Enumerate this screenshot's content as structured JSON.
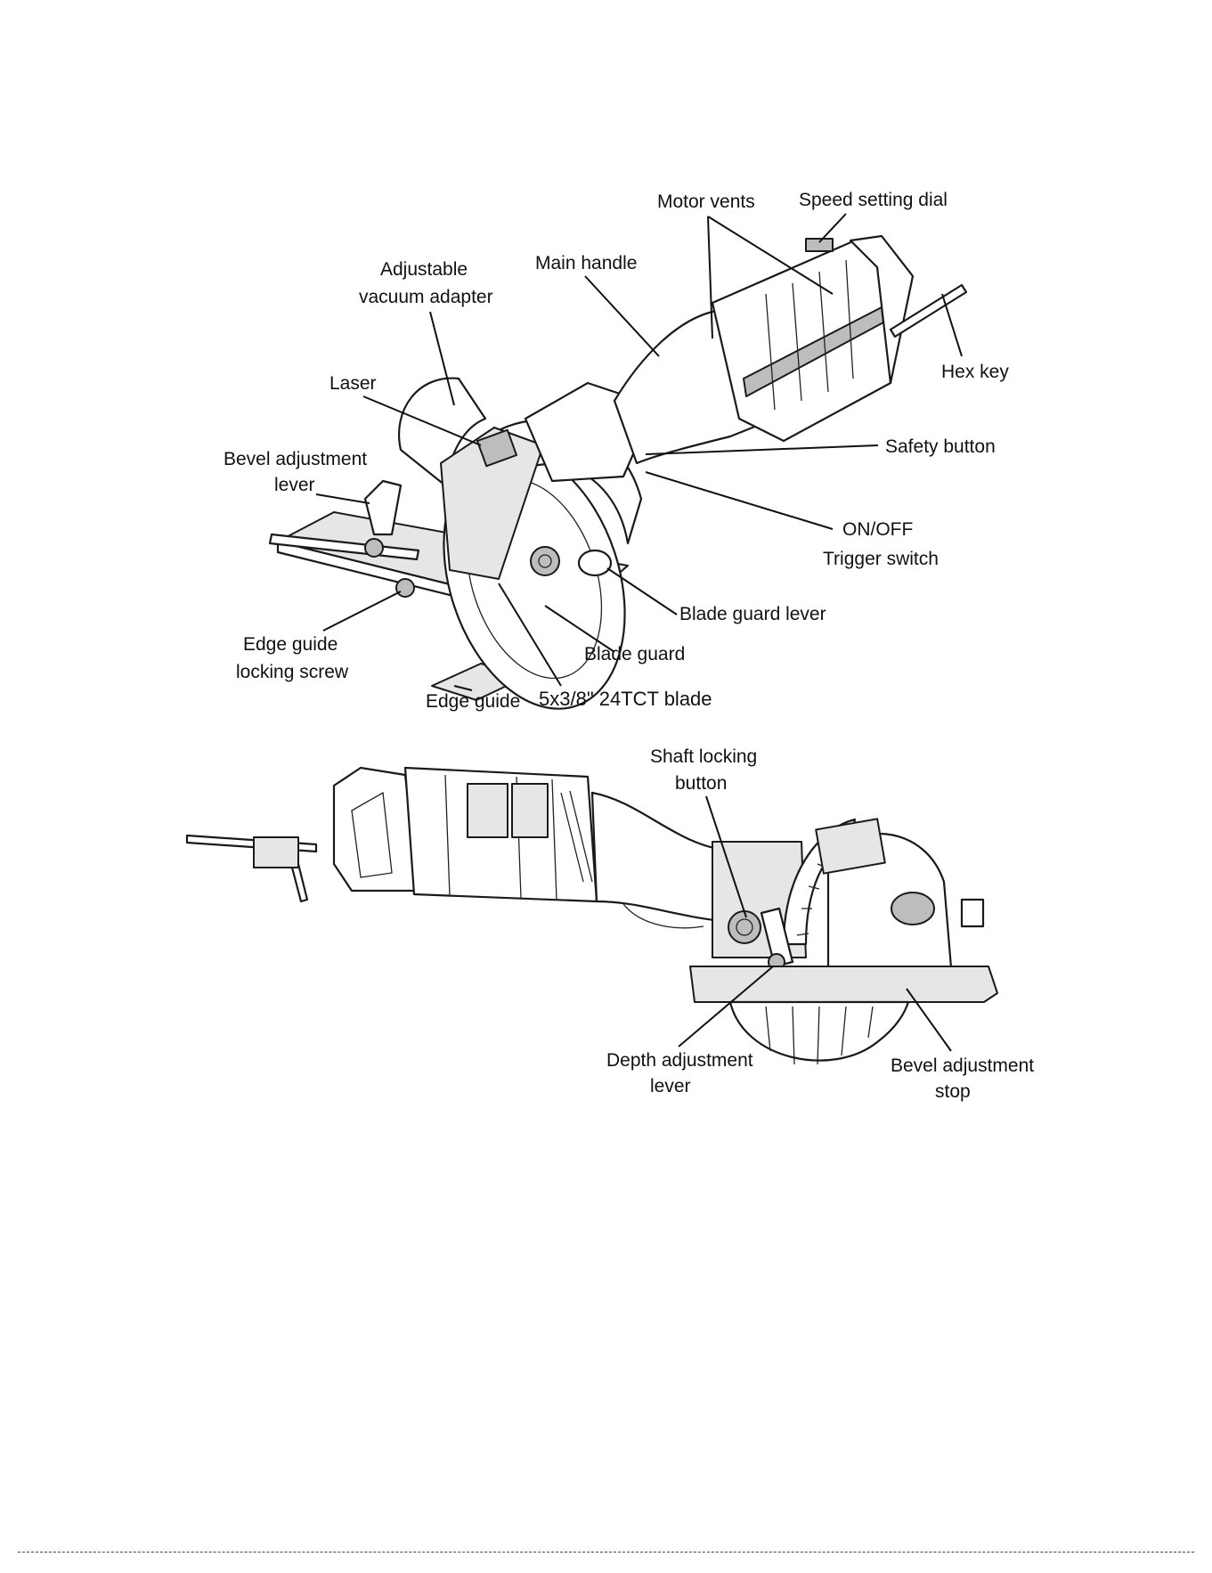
{
  "diagram_top": {
    "labels": {
      "motor_vents": "Motor vents",
      "speed_setting_dial": "Speed setting dial",
      "main_handle": "Main handle",
      "adjustable_vacuum_adapter_1": "Adjustable",
      "adjustable_vacuum_adapter_2": "vacuum adapter",
      "hex_key": "Hex key",
      "laser": "Laser",
      "safety_button": "Safety button",
      "bevel_adjustment_lever_1": "Bevel adjustment",
      "bevel_adjustment_lever_2": "lever",
      "on_off_1": "ON/OFF",
      "on_off_2": "Trigger switch",
      "blade_guard_lever": "Blade guard lever",
      "edge_guide_locking_screw_1": "Edge guide",
      "edge_guide_locking_screw_2": "locking screw",
      "blade_guard": "Blade guard",
      "edge_guide": "Edge guide",
      "blade": "5x3/8\" 24TCT blade"
    }
  },
  "diagram_bottom": {
    "labels": {
      "shaft_locking_button_1": "Shaft locking",
      "shaft_locking_button_2": "button",
      "depth_adjustment_lever_1": "Depth adjustment",
      "depth_adjustment_lever_2": "lever",
      "bevel_adjustment_stop_1": "Bevel adjustment",
      "bevel_adjustment_stop_2": "stop"
    }
  }
}
